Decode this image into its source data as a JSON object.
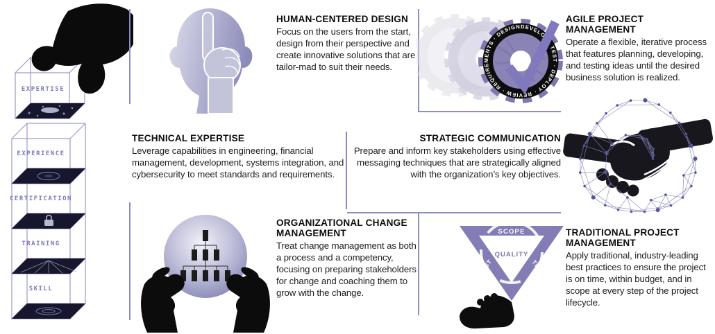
{
  "expertise_stack": {
    "held_cube": "EXPERTISE",
    "cubes": [
      "EXPERIENCE",
      "CERTIFICATION",
      "TRAINING",
      "SKILL"
    ]
  },
  "sections": {
    "human_centered_design": {
      "title": "HUMAN-CENTERED DESIGN",
      "body": "Focus on the users from the start, design from their perspective and create innovative solutions that are tailor-mad to suit their needs."
    },
    "agile_project_management": {
      "title": "AGILE PROJECT MANAGEMENT",
      "body": "Operate a flexible, iterative process that features planning, developing, and testing ideas until the desired business solution is realized."
    },
    "technical_expertise": {
      "title": "TECHNICAL EXPERTISE",
      "body": "Leverage capabilities in engineering, financial management, development, systems integration, and cybersecurity to meet standards and requirements."
    },
    "strategic_communication": {
      "title": "STRATEGIC COMMUNICATION",
      "body": "Prepare and inform key stakeholders using effective messaging techniques that are strategically aligned with the organization’s key objectives."
    },
    "organizational_change_management": {
      "title": "ORGANIZATIONAL CHANGE MANAGEMENT",
      "body": "Treat change management as both a process and a competency, focusing on preparing stakeholders for change and coaching them to grow with the change."
    },
    "traditional_project_management": {
      "title": "TRADITIONAL PROJECT MANAGEMENT",
      "body": "Apply traditional, industry-leading best practices to ensure the project is on time, within budget, and in scope at every step of the project lifecycle."
    }
  },
  "agile_gear": {
    "phases": [
      "REQUIREMENTS",
      "DESIGN",
      "DEVELOP",
      "TEST",
      "DEPLOY",
      "REVIEW"
    ],
    "rim_display": "DEVELOP · TEST · DEPLOY · REVIEW · REQUIREMENTS · DESIGN"
  },
  "triangle_diagram": {
    "top": "SCOPE",
    "center": "QUALITY",
    "left": "COST",
    "right": "TIME"
  },
  "palette": {
    "accent_purple": "#837db6",
    "divider": "#8c8cc4",
    "cube_line": "#9a9ac8",
    "cube_label": "#7a7ab8",
    "ink": "#111111"
  }
}
